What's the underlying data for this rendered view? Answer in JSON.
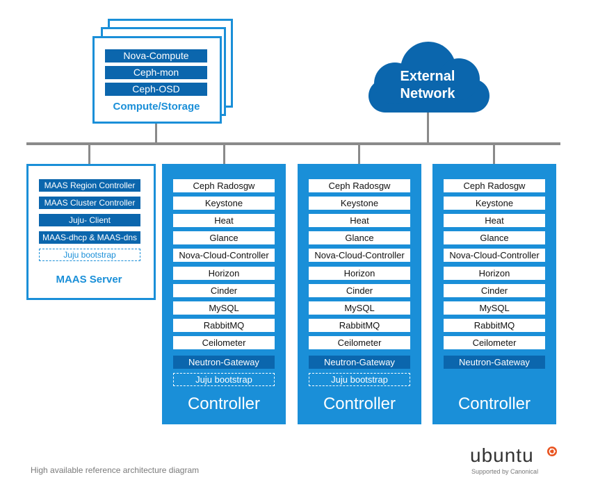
{
  "compute_storage": {
    "items": [
      "Nova-Compute",
      "Ceph-mon",
      "Ceph-OSD"
    ],
    "title": "Compute/Storage"
  },
  "cloud": {
    "line1": "External",
    "line2": "Network"
  },
  "maas_server": {
    "items": [
      "MAAS Region Controller",
      "MAAS Cluster Controller",
      "Juju- Client",
      "MAAS-dhcp & MAAS-dns"
    ],
    "bootstrap": "Juju bootstrap",
    "title": "MAAS Server"
  },
  "controllers": [
    {
      "services": [
        "Ceph Radosgw",
        "Keystone",
        "Heat",
        "Glance",
        "Nova-Cloud-Controller",
        "Horizon",
        "Cinder",
        "MySQL",
        "RabbitMQ",
        "Ceilometer"
      ],
      "gateway": "Neutron-Gateway",
      "bootstrap": "Juju bootstrap",
      "title": "Controller"
    },
    {
      "services": [
        "Ceph Radosgw",
        "Keystone",
        "Heat",
        "Glance",
        "Nova-Cloud-Controller",
        "Horizon",
        "Cinder",
        "MySQL",
        "RabbitMQ",
        "Ceilometer"
      ],
      "gateway": "Neutron-Gateway",
      "bootstrap": "Juju bootstrap",
      "title": "Controller"
    },
    {
      "services": [
        "Ceph Radosgw",
        "Keystone",
        "Heat",
        "Glance",
        "Nova-Cloud-Controller",
        "Horizon",
        "Cinder",
        "MySQL",
        "RabbitMQ",
        "Ceilometer"
      ],
      "gateway": "Neutron-Gateway",
      "title": "Controller"
    }
  ],
  "caption": "High available reference architecture diagram",
  "brand": {
    "wordmark": "ubuntu",
    "tagline": "Supported by Canonical"
  },
  "colors": {
    "accent": "#1a8fd8",
    "dark": "#0b66ad",
    "line": "#8a8a8a"
  }
}
